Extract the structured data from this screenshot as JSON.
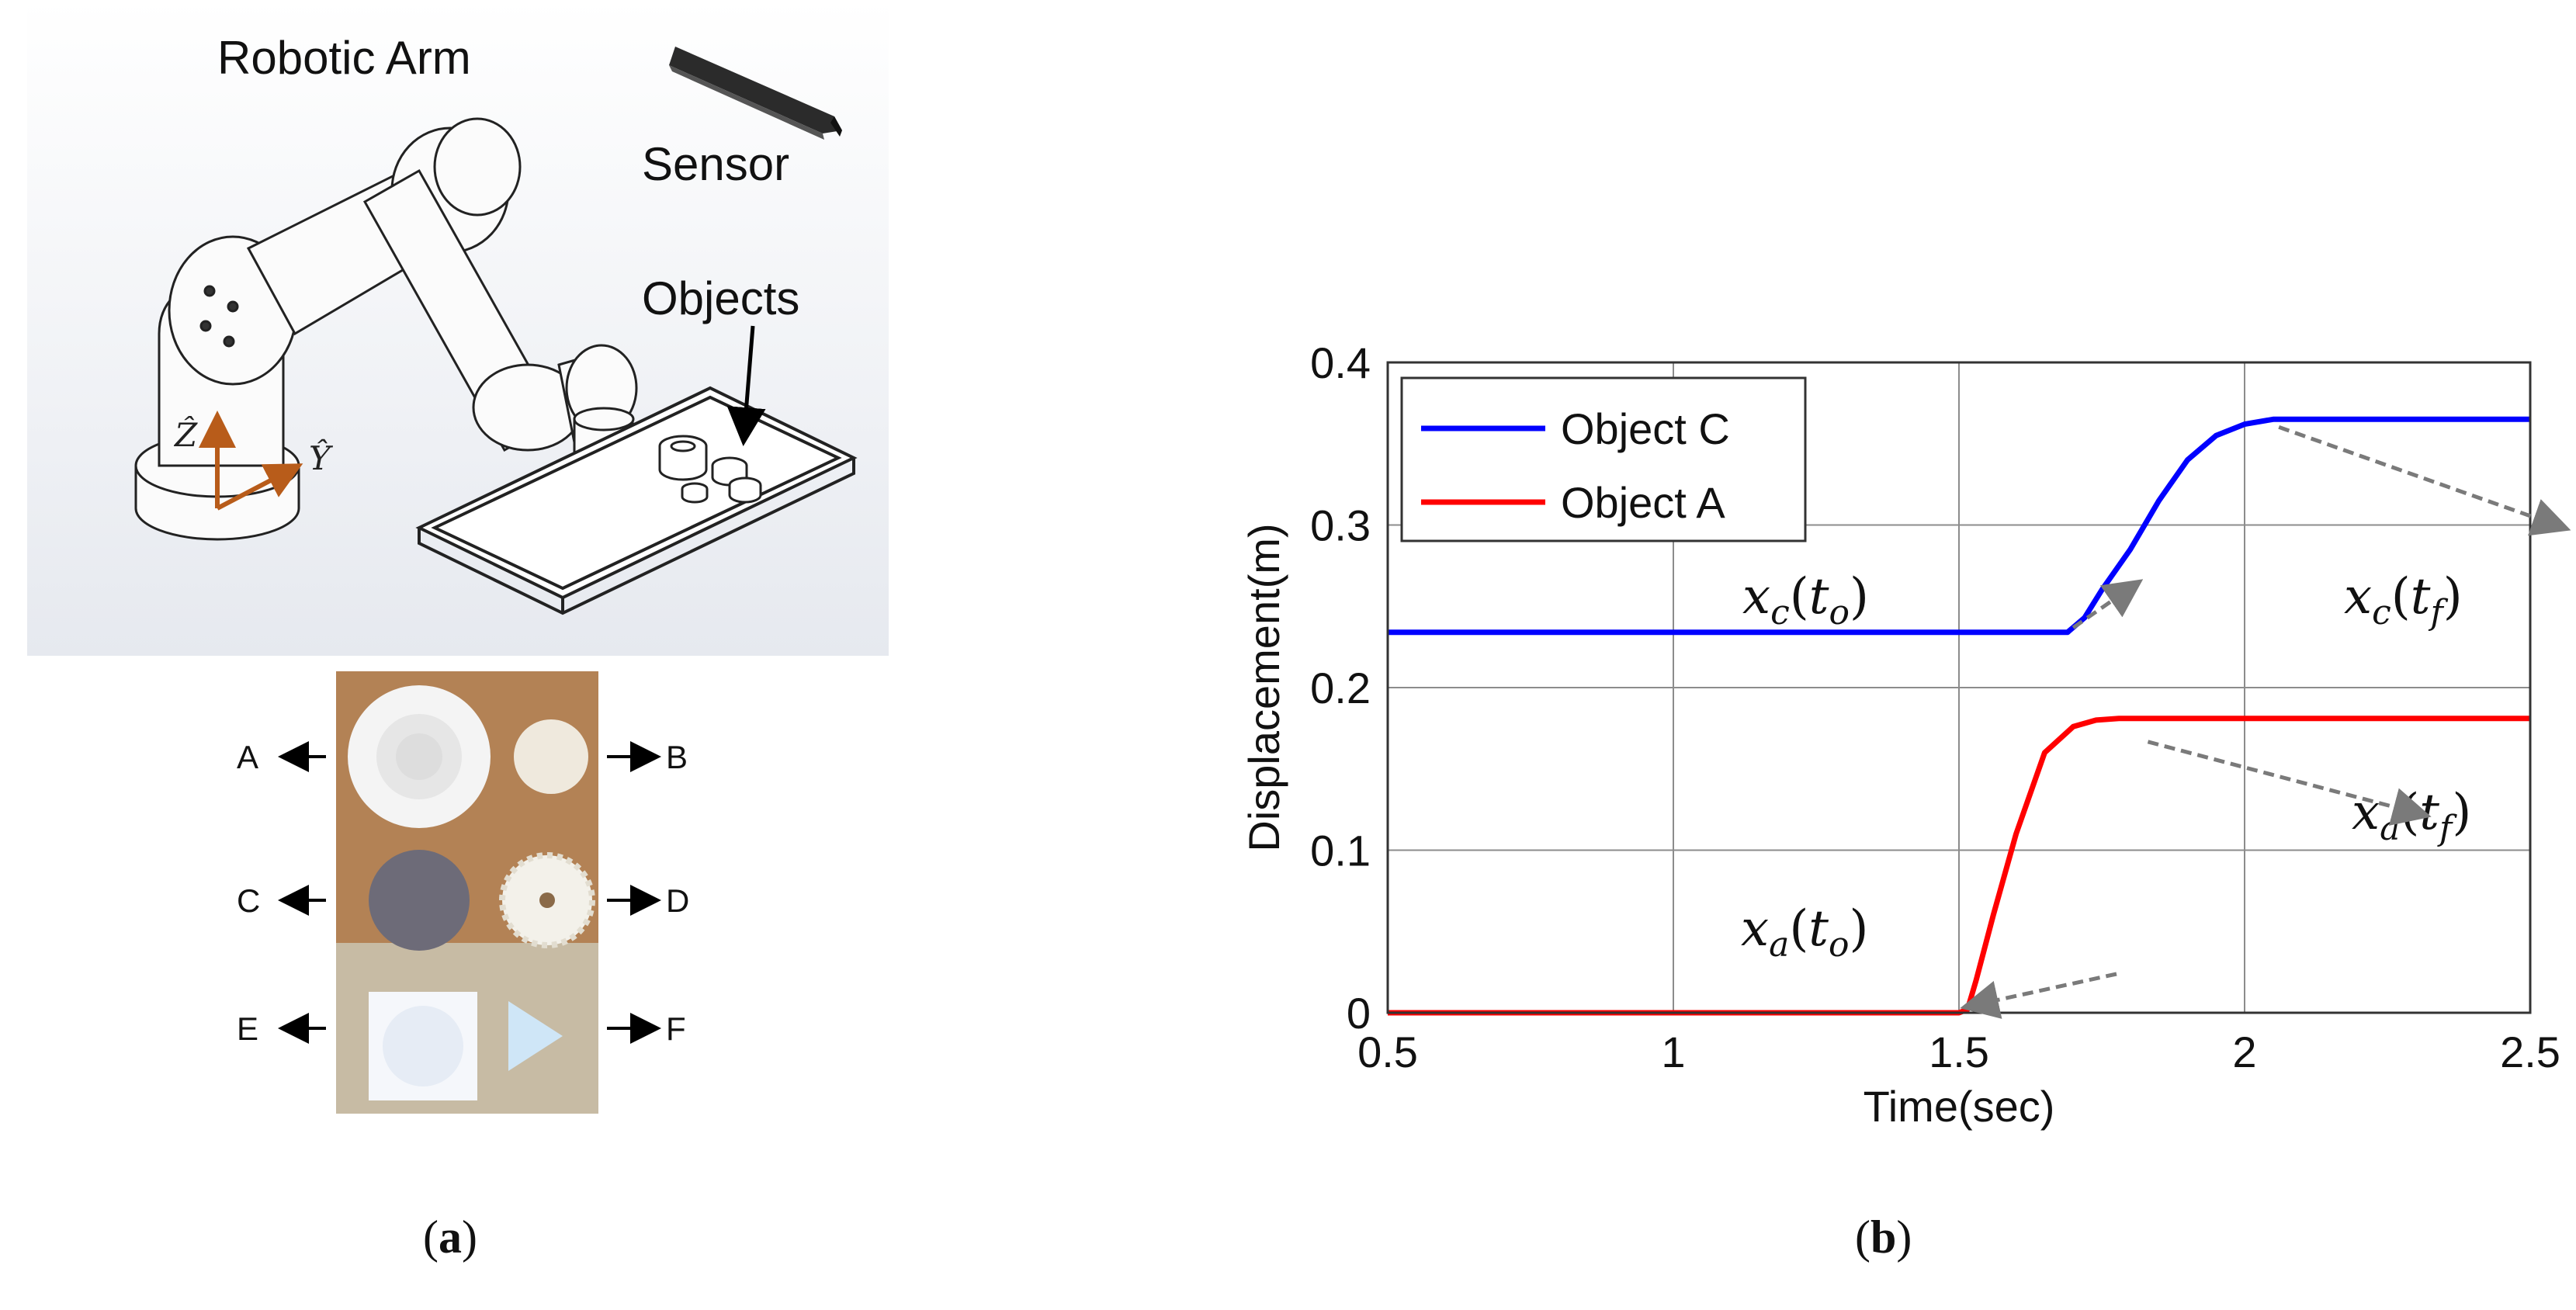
{
  "panel_a": {
    "sublabel_open": "(",
    "sublabel_letter": "a",
    "sublabel_close": ")",
    "labels": {
      "robotic_arm": "Robotic Arm",
      "sensor": "Sensor",
      "objects": "Objects",
      "axis_z": "Ẑ",
      "axis_y": "Ŷ"
    },
    "object_labels": [
      "A",
      "B",
      "C",
      "D",
      "E",
      "F"
    ],
    "colors": {
      "scene_bg": "#eef0f4",
      "axis_arrow": "#b85c1a",
      "wood": "#b8875a",
      "white_object": "#f4f4f4",
      "grey_object": "#6d6b78"
    }
  },
  "panel_b": {
    "sublabel_open": "(",
    "sublabel_letter": "b",
    "sublabel_close": ")"
  },
  "chart_data": {
    "type": "line",
    "xlabel": "Time(sec)",
    "ylabel": "Displacement(m)",
    "xlim": [
      0.5,
      2.5
    ],
    "ylim": [
      0,
      0.4
    ],
    "xticks": [
      "0.5",
      "1",
      "1.5",
      "2",
      "2.5"
    ],
    "yticks": [
      "0",
      "0.1",
      "0.2",
      "0.3",
      "0.4"
    ],
    "grid": true,
    "legend_position": "top-left",
    "series": [
      {
        "name": "Object C",
        "color": "#0000ff",
        "x": [
          0.5,
          1.0,
          1.5,
          1.69,
          1.72,
          1.75,
          1.8,
          1.85,
          1.9,
          1.95,
          2.0,
          2.05,
          2.1,
          2.5
        ],
        "y": [
          0.234,
          0.234,
          0.234,
          0.234,
          0.243,
          0.26,
          0.285,
          0.315,
          0.34,
          0.355,
          0.362,
          0.365,
          0.365,
          0.365
        ]
      },
      {
        "name": "Object A",
        "color": "#ff0000",
        "x": [
          0.5,
          1.0,
          1.5,
          1.515,
          1.53,
          1.56,
          1.6,
          1.65,
          1.7,
          1.74,
          1.78,
          2.0,
          2.5
        ],
        "y": [
          0,
          0,
          0,
          0.002,
          0.02,
          0.06,
          0.11,
          0.16,
          0.176,
          0.18,
          0.181,
          0.181,
          0.181
        ]
      }
    ],
    "annotations": [
      {
        "label": "x_c(t_o)",
        "base": "x",
        "sub": "c",
        "arg": "t",
        "argsub": "o"
      },
      {
        "label": "x_c(t_f)",
        "base": "x",
        "sub": "c",
        "arg": "t",
        "argsub": "f"
      },
      {
        "label": "x_a(t_f)",
        "base": "x",
        "sub": "a",
        "arg": "t",
        "argsub": "f"
      },
      {
        "label": "x_a(t_o)",
        "base": "x",
        "sub": "a",
        "arg": "t",
        "argsub": "o"
      }
    ],
    "annotation_arrow_color": "#7a7a7a"
  }
}
